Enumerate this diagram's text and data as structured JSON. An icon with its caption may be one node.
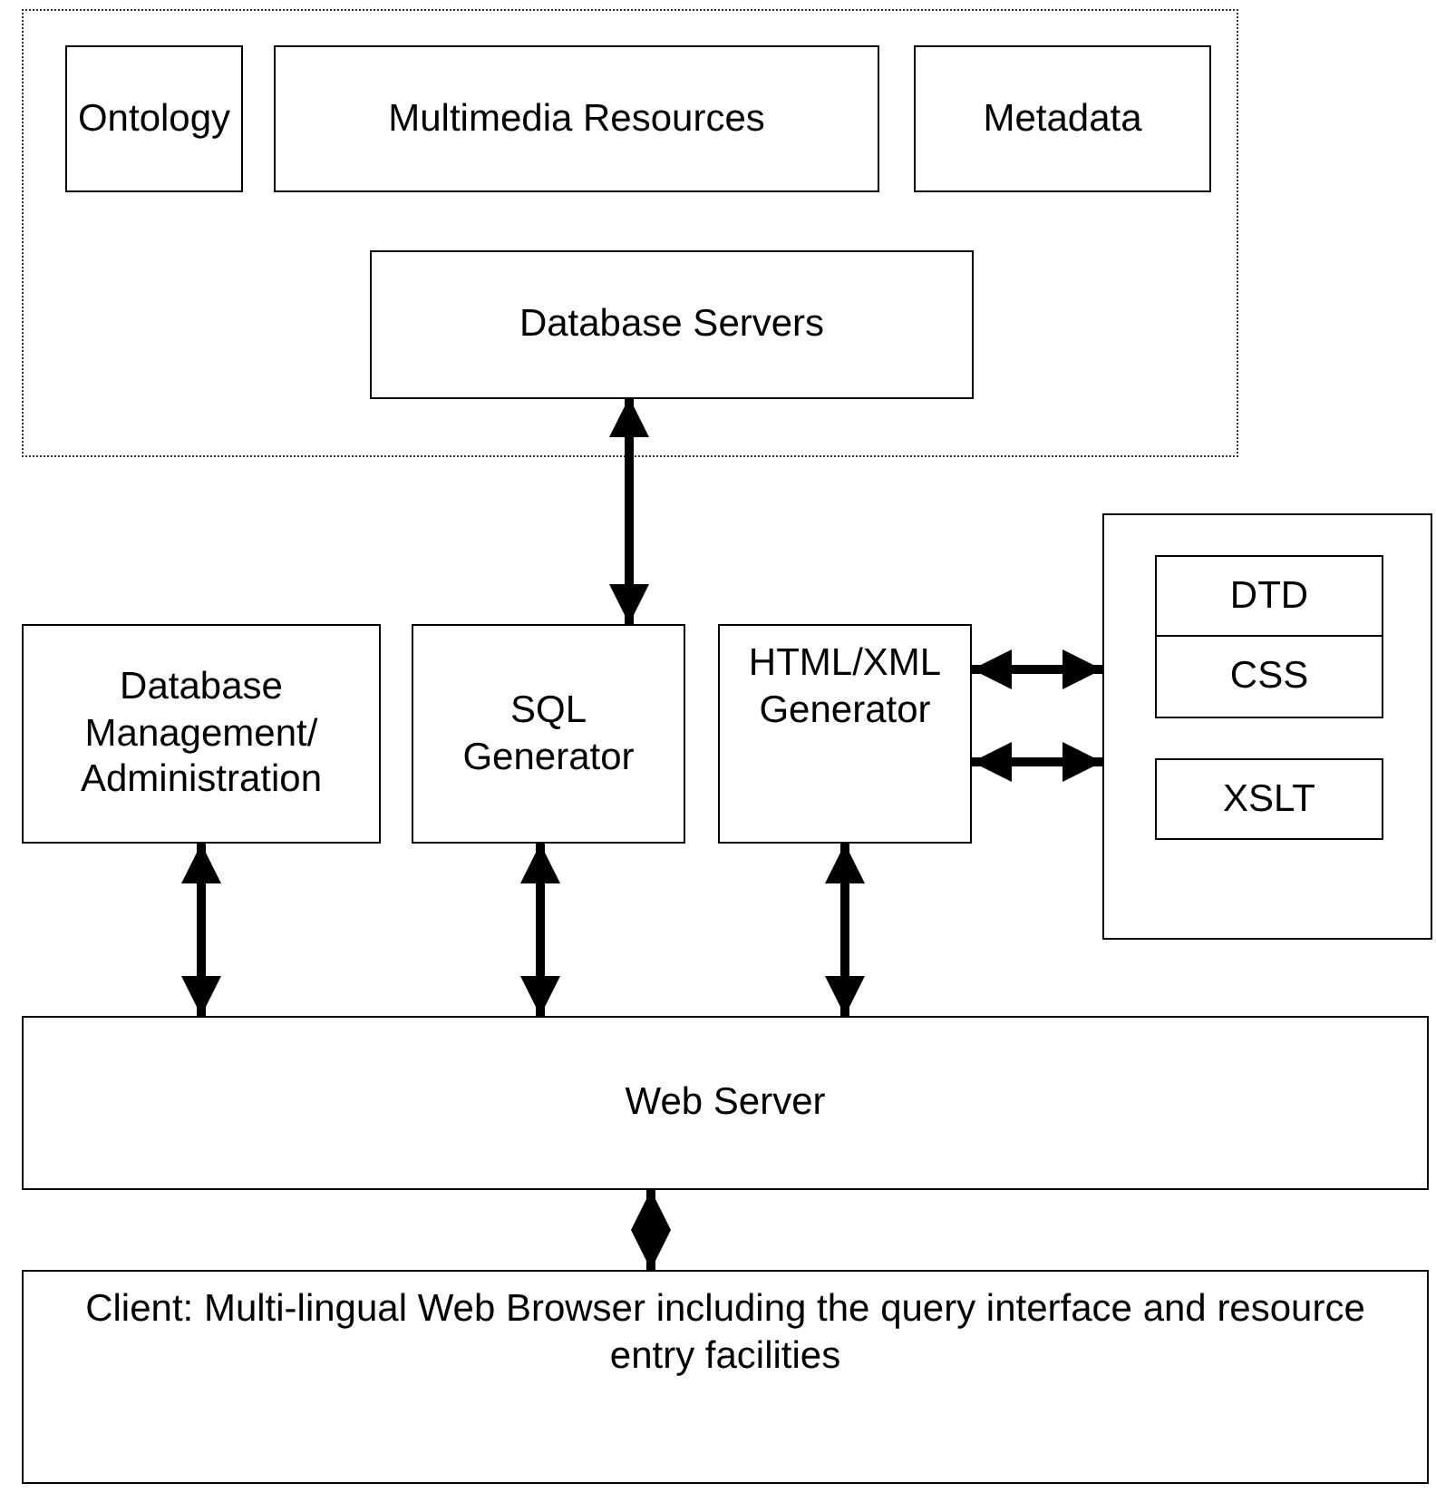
{
  "diagram": {
    "nodes": [
      {
        "text": [],
        "shape": "box"
      },
      {
        "text": [
          "Ontology"
        ],
        "in": 0
      },
      {
        "text": [
          "Multimedia Resources"
        ],
        "in": 0
      },
      {
        "text": [
          "Metadata"
        ],
        "in": 0
      },
      {
        "text": [
          "Database Servers"
        ],
        "in": 0
      },
      {
        "text": [
          "Database Management/ Administration"
        ]
      },
      {
        "text": [
          "SQL Generator"
        ]
      },
      {
        "text": [
          "HTML/XML Generator"
        ]
      },
      {
        "text": [],
        "shape": "box"
      },
      {
        "text": [
          "DTD"
        ],
        "in": 8
      },
      {
        "text": [
          "CSS"
        ],
        "in": 8
      },
      {
        "text": [
          "XSLT"
        ],
        "in": 8
      },
      {
        "text": [
          "Web Server"
        ]
      },
      {
        "text": [
          "Client: Multi-lingual Web Browser including the query interface and resource entry facilities"
        ]
      }
    ],
    "edges": [
      {
        "from": 4,
        "to": 6,
        "arrow": "both"
      },
      {
        "from": 7,
        "to": 8,
        "arrow": "both"
      },
      {
        "from": 7,
        "to": 8,
        "arrow": "both"
      },
      {
        "from": 5,
        "to": 12,
        "arrow": "both"
      },
      {
        "from": 6,
        "to": 12,
        "arrow": "both"
      },
      {
        "from": 7,
        "to": 12,
        "arrow": "both"
      },
      {
        "from": 12,
        "to": 13,
        "arrow": "both"
      }
    ]
  }
}
